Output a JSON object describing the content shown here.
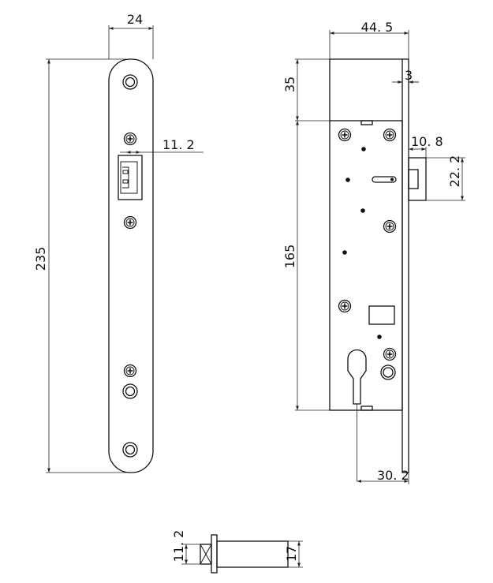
{
  "front_view": {
    "dim_width": "24",
    "dim_height": "235",
    "dim_latch": "11. 2"
  },
  "side_view": {
    "dim_top_width": "44. 5",
    "dim_faceplate": "3",
    "dim_top_height": "35",
    "dim_body_height": "165",
    "dim_latch_depth": "10. 8",
    "dim_latch_height": "22. 2",
    "dim_backset": "30. 2"
  },
  "bolt_view": {
    "dim_bolt_height": "11. 2",
    "dim_bolt_head": "17"
  }
}
